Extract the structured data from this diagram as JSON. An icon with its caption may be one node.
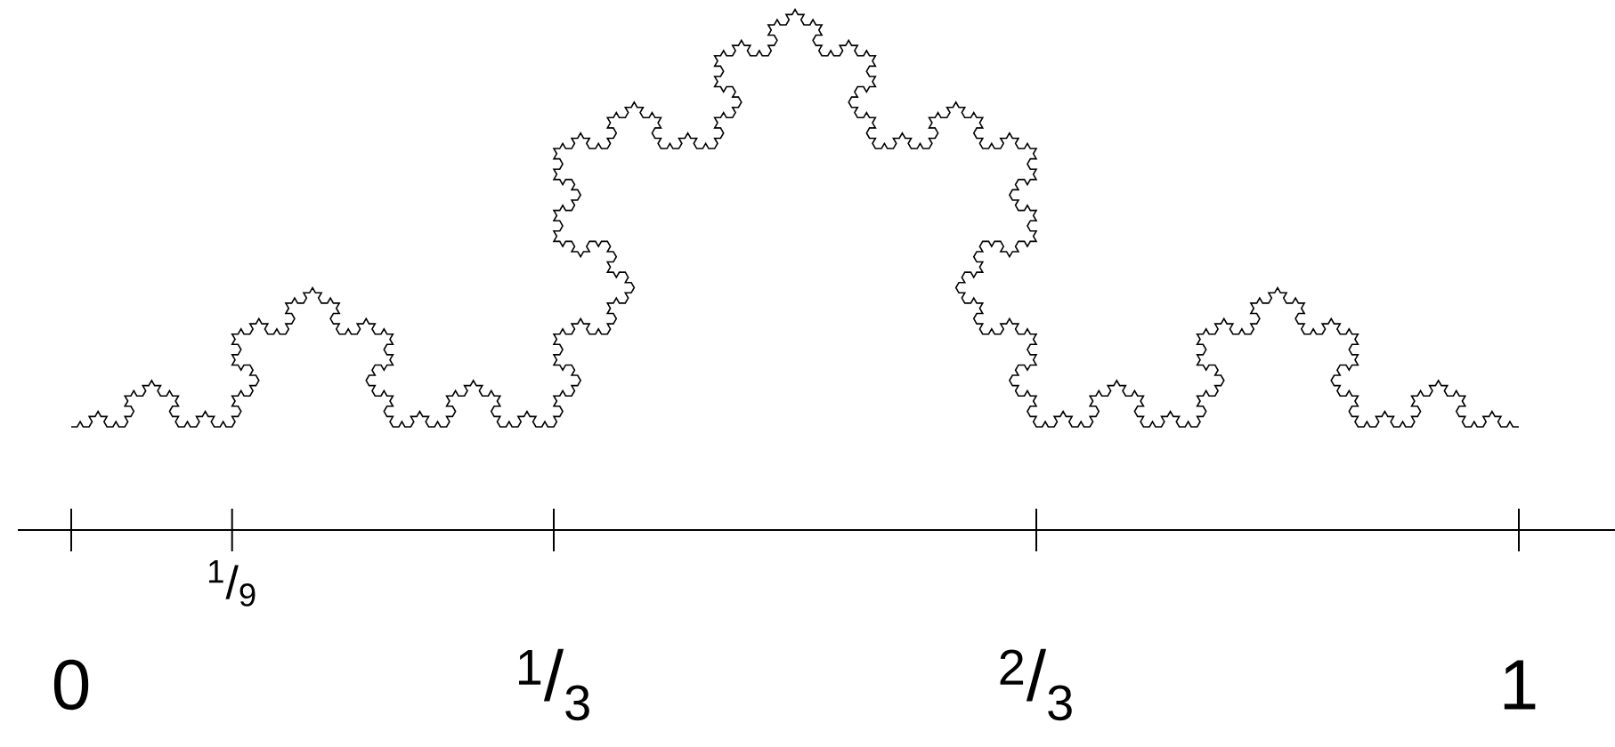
{
  "diagram": {
    "labels": [
      "0",
      "$^{1}$/$_{9}$",
      "$^{1}$/$_{3}$",
      "$^{2}$/$_{3}$",
      "1"
    ]
  }
}
